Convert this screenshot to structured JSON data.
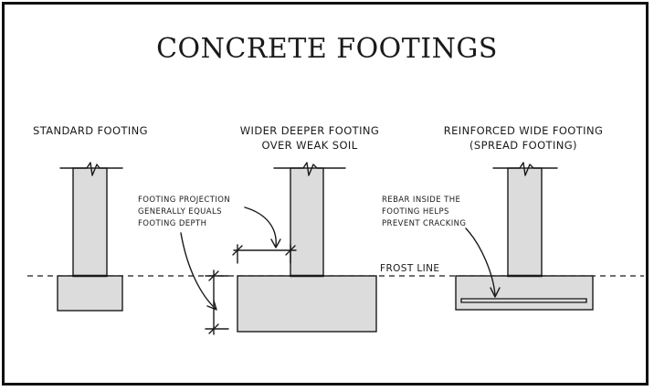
{
  "title": "CONCRETE FOOTINGS",
  "footings": [
    {
      "label_lines": [
        "STANDARD FOOTING"
      ]
    },
    {
      "label_lines": [
        "WIDER DEEPER FOOTING",
        "OVER WEAK SOIL"
      ]
    },
    {
      "label_lines": [
        "REINFORCED WIDE FOOTING",
        "(SPREAD FOOTING)"
      ]
    }
  ],
  "annotations": {
    "projection": [
      "FOOTING PROJECTION",
      "GENERALLY EQUALS",
      "FOOTING DEPTH"
    ],
    "frost_line": "FROST LINE",
    "rebar": [
      "REBAR INSIDE THE",
      "FOOTING HELPS",
      "PREVENT CRACKING"
    ]
  },
  "colors": {
    "ink": "#1a1a1a",
    "concrete": "#dcdcdc",
    "background": "#ffffff"
  }
}
